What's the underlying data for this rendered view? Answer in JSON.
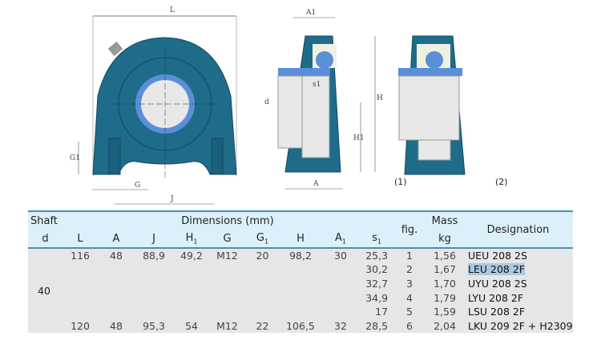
{
  "drawing": {
    "dim_labels": {
      "L": "L",
      "G1": "G1",
      "G": "G",
      "J": "J",
      "A1": "A1",
      "s1": "s1",
      "d": "d",
      "H": "H",
      "H1": "H1",
      "A": "A"
    },
    "fig_labels": [
      "(1)",
      "(2)"
    ],
    "colors": {
      "housing": "#1f6b8a",
      "ring": "#5a8fd8",
      "insert": "#e8e8e8"
    }
  },
  "table": {
    "header": {
      "shaft": "Shaft",
      "dimensions": "Dimensions (mm)",
      "fig": "fig.",
      "mass": "Mass",
      "designation": "Designation",
      "d": "d",
      "L": "L",
      "A": "A",
      "J": "J",
      "H1": "H",
      "H1_sub": "1",
      "G": "G",
      "G1": "G",
      "G1_sub": "1",
      "H": "H",
      "A1": "A",
      "A1_sub": "1",
      "s1": "s",
      "s1_sub": "1",
      "kg": "kg"
    },
    "shaft_d": "40",
    "rows": [
      {
        "L": "116",
        "A": "48",
        "J": "88,9",
        "H1": "49,2",
        "G": "M12",
        "G1": "20",
        "H": "98,2",
        "A1": "30",
        "s1": "25,3",
        "fig": "1",
        "mass": "1,56",
        "designation": "UEU 208 2S"
      },
      {
        "s1": "30,2",
        "fig": "2",
        "mass": "1,67",
        "designation": "LEU 208 2F"
      },
      {
        "s1": "32,7",
        "fig": "3",
        "mass": "1,70",
        "designation": "UYU 208 2S"
      },
      {
        "s1": "34,9",
        "fig": "4",
        "mass": "1,79",
        "designation": "LYU 208 2F"
      },
      {
        "s1": "17",
        "fig": "5",
        "mass": "1,59",
        "designation": "LSU 208 2F"
      },
      {
        "L": "120",
        "A": "48",
        "J": "95,3",
        "H1": "54",
        "G": "M12",
        "G1": "22",
        "H": "106,5",
        "A1": "32",
        "s1": "28,5",
        "fig": "6",
        "mass": "2,04",
        "designation": "LKU 209 2F + H2309"
      }
    ],
    "highlight_color": "#a9c9e3"
  }
}
